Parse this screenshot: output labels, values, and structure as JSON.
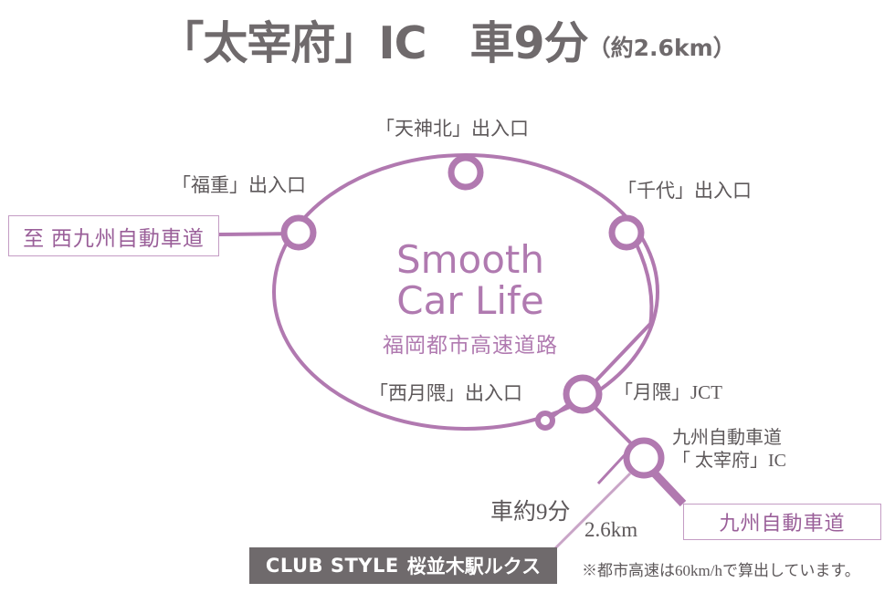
{
  "title": {
    "main": "「太宰府」IC　車9分",
    "sub": "（約2.6km）"
  },
  "center": {
    "line1": "Smooth",
    "line2": "Car Life",
    "line3": "福岡都市高速道路"
  },
  "nodes": [
    {
      "id": "fukushige",
      "label": "「福重」出入口"
    },
    {
      "id": "tenjin-kita",
      "label": "「天神北」出入口"
    },
    {
      "id": "chiyo",
      "label": "「千代」出入口"
    },
    {
      "id": "nishi-tsukiguma",
      "label": "「西月隈」出入口"
    },
    {
      "id": "tsukiguma-jct",
      "label": "「月隈」JCT"
    }
  ],
  "ic_label": {
    "line1": "九州自動車道",
    "line2": "「 太宰府」IC"
  },
  "boxes": {
    "left": "至 西九州自動車道",
    "right": "九州自動車道"
  },
  "route": {
    "time": "車約9分",
    "distance": "2.6km"
  },
  "banner": {
    "en": "CLUB STYLE",
    "jp": "桜並木駅ルクス"
  },
  "footnote": "※都市高速は60km/hで算出しています。",
  "colors": {
    "purple_line": "#b179b0",
    "purple_text": "#9a5f99",
    "box_border": "#c49cc4",
    "gray_text": "#5d585a",
    "banner_bg": "#6f6a6c",
    "title_gray": "#6f6a6c"
  }
}
